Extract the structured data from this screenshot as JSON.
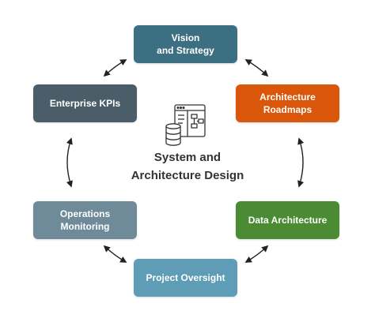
{
  "center": {
    "title_line1": "System and",
    "title_line2": "Architecture Design",
    "icon": "system-architecture-icon"
  },
  "nodes": {
    "vision": {
      "line1": "Vision",
      "line2": "and Strategy",
      "color": "#3d6f82"
    },
    "roadmaps": {
      "line1": "Architecture",
      "line2": "Roadmaps",
      "color": "#d9560b"
    },
    "kpis": {
      "line1": "Enterprise KPIs",
      "color": "#4b5d68"
    },
    "data": {
      "line1": "Data Architecture",
      "color": "#4a8b33"
    },
    "ops": {
      "line1": "Operations",
      "line2": "Monitoring",
      "color": "#6f8a99"
    },
    "project": {
      "line1": "Project Oversight",
      "color": "#5e9db5"
    }
  },
  "arrows": [
    {
      "from": "vision",
      "to": "roadmaps",
      "style": "double-headed"
    },
    {
      "from": "vision",
      "to": "kpis",
      "style": "double-headed"
    },
    {
      "from": "roadmaps",
      "to": "data",
      "style": "double-headed"
    },
    {
      "from": "kpis",
      "to": "ops",
      "style": "double-headed"
    },
    {
      "from": "data",
      "to": "project",
      "style": "double-headed"
    },
    {
      "from": "ops",
      "to": "project",
      "style": "double-headed"
    }
  ]
}
